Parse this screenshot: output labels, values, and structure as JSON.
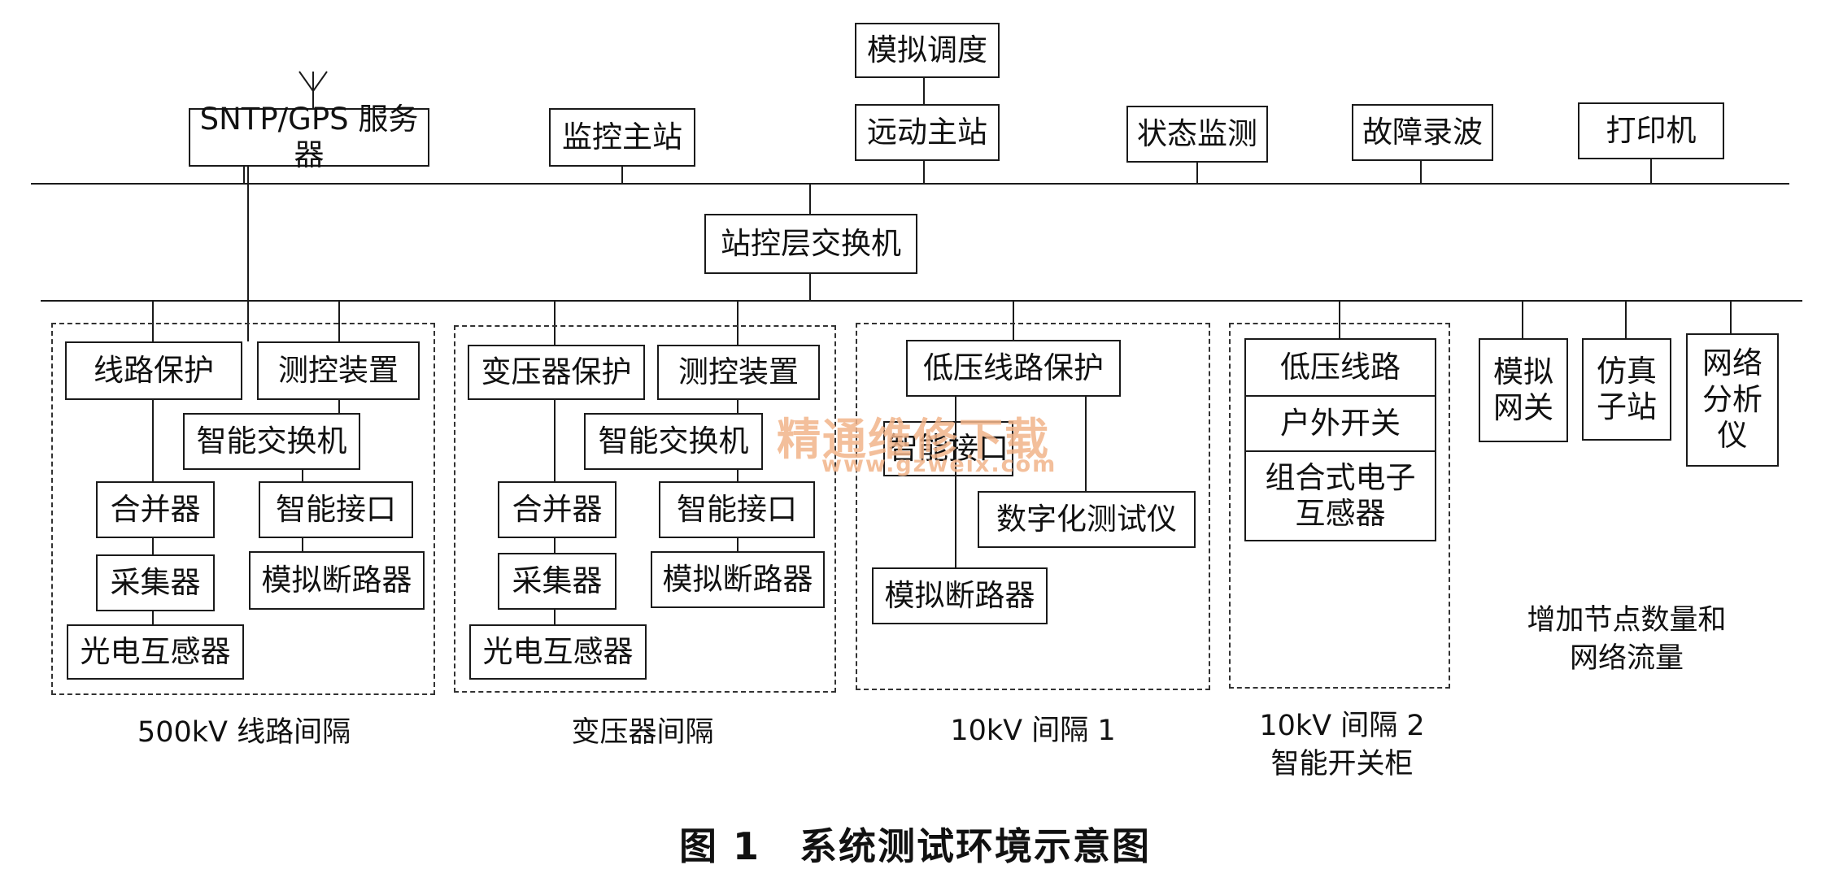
{
  "top": {
    "sntp": "SNTP/GPS 服务器",
    "monitor_master": "监控主站",
    "sim_dispatch": "模拟调度",
    "remote_master": "远动主站",
    "status_monitor": "状态监测",
    "fault_record": "故障录波",
    "printer": "打印机"
  },
  "station_switch": "站控层交换机",
  "bay500": {
    "line_protect": "线路保护",
    "measure_ctrl": "测控装置",
    "smart_switch": "智能交换机",
    "merging_unit": "合并器",
    "smart_interface": "智能接口",
    "collector": "采集器",
    "sim_breaker": "模拟断路器",
    "optical_ct": "光电互感器",
    "label": "500kV 线路间隔"
  },
  "bay_tx": {
    "tx_protect": "变压器保护",
    "measure_ctrl": "测控装置",
    "smart_switch": "智能交换机",
    "merging_unit": "合并器",
    "smart_interface": "智能接口",
    "collector": "采集器",
    "sim_breaker": "模拟断路器",
    "optical_ct": "光电互感器",
    "label": "变压器间隔"
  },
  "bay10_1": {
    "lv_line_protect": "低压线路保护",
    "smart_interface": "智能接口",
    "digital_tester": "数字化测试仪",
    "sim_breaker": "模拟断路器",
    "label": "10kV 间隔 1"
  },
  "bay10_2": {
    "lv_line": "低压线路",
    "outdoor_switch": "户外开关",
    "combined_transformer": "组合式电子\n互感器",
    "label": "10kV 间隔 2\n智能开关柜"
  },
  "extra": {
    "sim_gateway": "模拟\n网关",
    "sim_substation": "仿真\n子站",
    "net_analyzer": "网络\n分析\n仪",
    "label": "增加节点数量和\n网络流量"
  },
  "caption": "图 1　系统测试环境示意图",
  "watermark": "精通维修下载",
  "watermark_url": "www.gzweix.com"
}
